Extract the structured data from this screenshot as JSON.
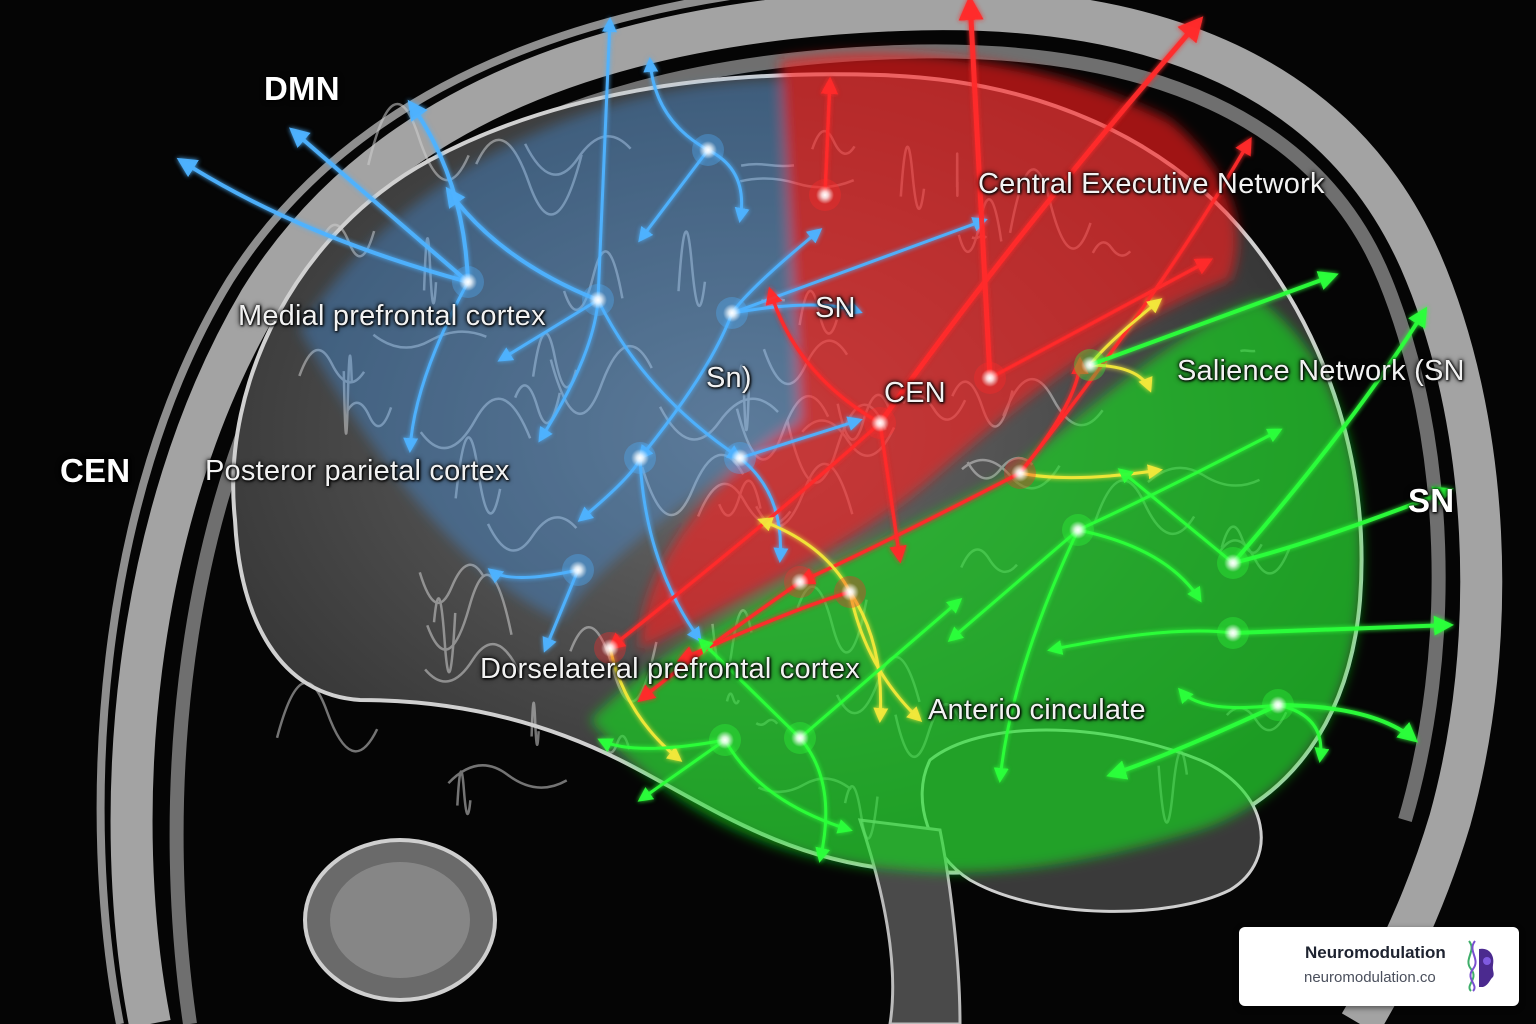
{
  "colors": {
    "dmn": "#4fb3ff",
    "cen": "#ff2a2a",
    "sn": "#2dff3a",
    "overlap": "#f3e83a",
    "skull": "#d9d9d9"
  },
  "labels": {
    "dmn_heading": "DMN",
    "cen_heading": "CEN",
    "sn_heading": "SN",
    "mpfc": "Medial prefrontal cortex",
    "ppc": "Posteror parietal cortex",
    "dlpfc": "Dorselateral prefrontal cortex",
    "acc": "Anterio cinculate",
    "cen_network": "Central Executive Network",
    "sn_network": "Salience Network (SN",
    "sn_center": "SN",
    "sn_small": "Sn)",
    "cen_center": "CEN"
  },
  "watermark": {
    "title": "Neuromodulation",
    "url": "neuromodulation.co",
    "logo_icon": "dna-head-icon"
  }
}
